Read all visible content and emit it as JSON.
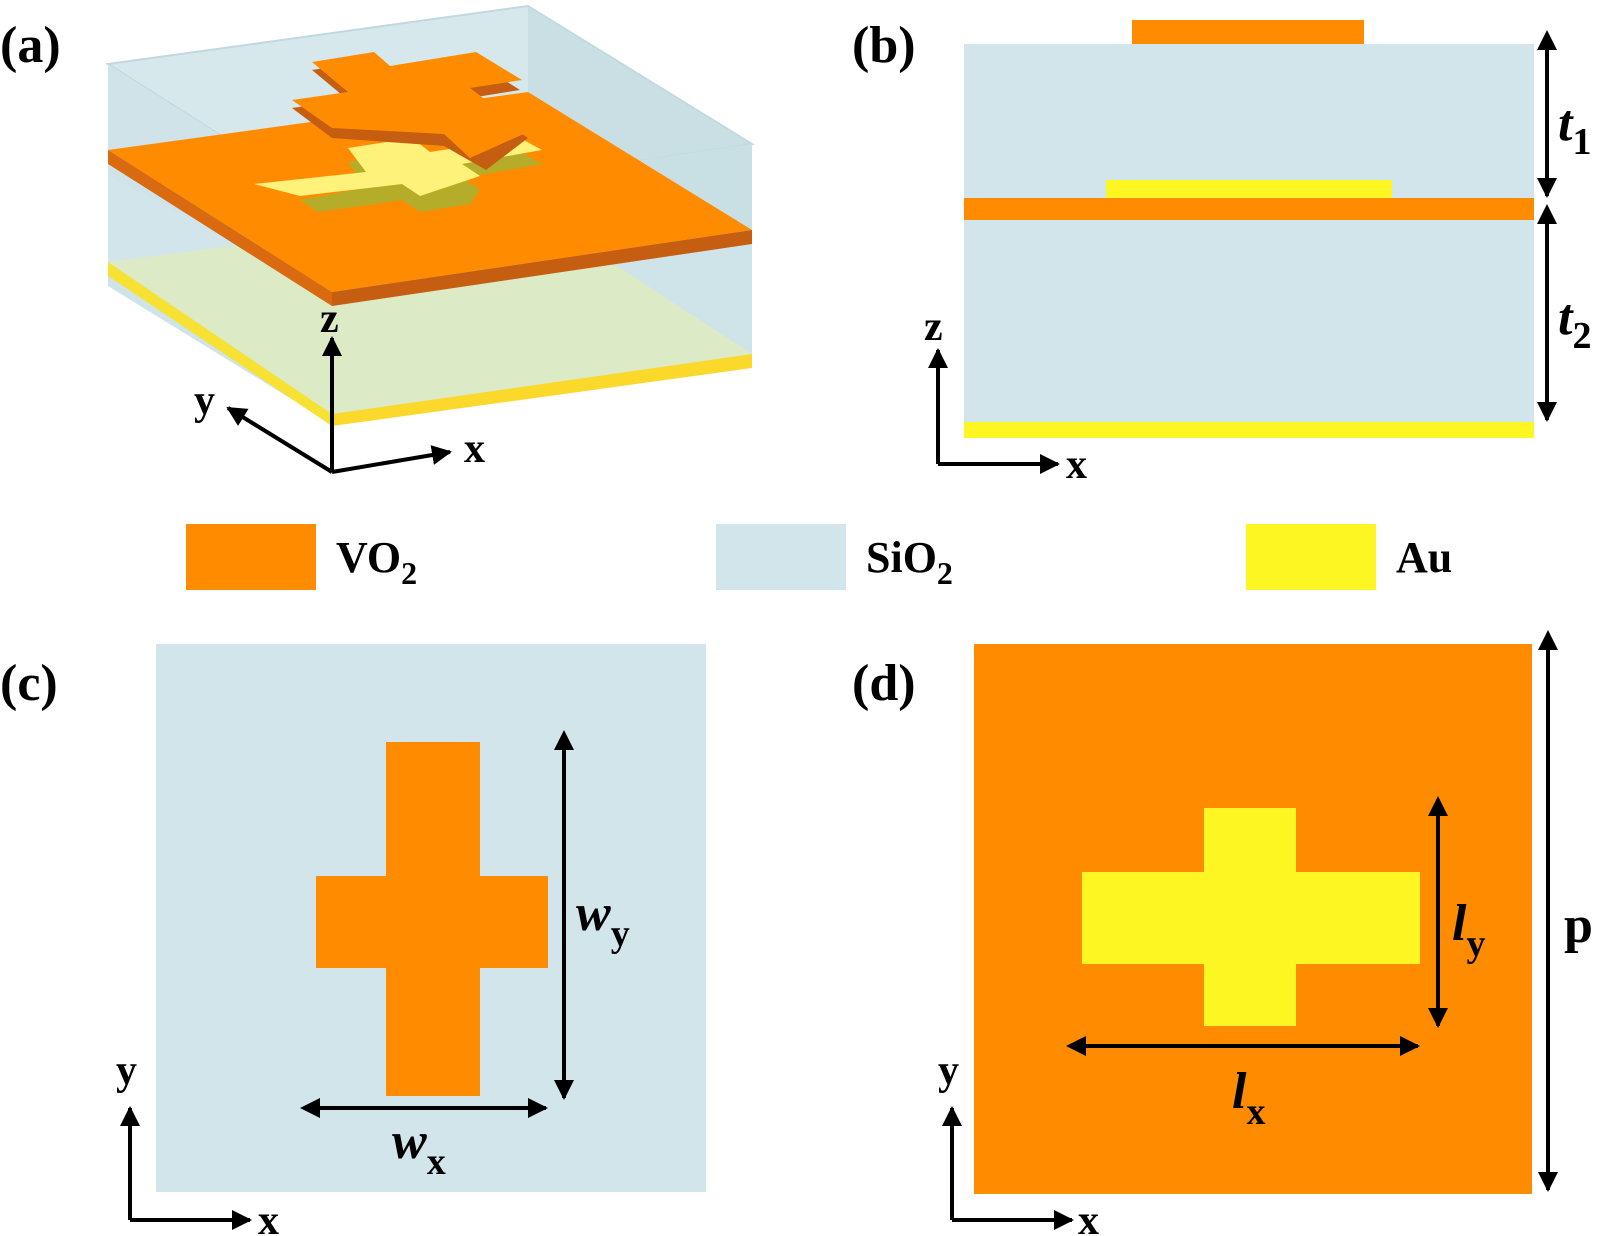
{
  "colors": {
    "vo2": "#ff8c00",
    "vo2_edge": "#d96a10",
    "sio2": "#d2e5ea",
    "sio2_edge": "#bcd5dc",
    "au": "#fef622",
    "au_edge": "#b5ad2a",
    "black": "#000000"
  },
  "panels": {
    "a": {
      "label": "(a)",
      "axis_x": "x",
      "axis_y": "y",
      "axis_z": "z"
    },
    "b": {
      "label": "(b)",
      "axis_x": "x",
      "axis_z": "z",
      "t1": "t",
      "t1_sub": "1",
      "t2": "t",
      "t2_sub": "2"
    },
    "c": {
      "label": "(c)",
      "axis_x": "x",
      "axis_y": "y",
      "wy": "w",
      "wy_sub": "y",
      "wx": "w",
      "wx_sub": "x"
    },
    "d": {
      "label": "(d)",
      "axis_x": "x",
      "axis_y": "y",
      "ly": "l",
      "ly_sub": "y",
      "lx": "l",
      "lx_sub": "x",
      "p": "p"
    }
  },
  "legend": [
    {
      "name": "VO",
      "sub": "2",
      "color": "#ff8c00"
    },
    {
      "name": "SiO",
      "sub": "2",
      "color": "#d2e5ea"
    },
    {
      "name": "Au",
      "sub": "",
      "color": "#fef622"
    }
  ]
}
